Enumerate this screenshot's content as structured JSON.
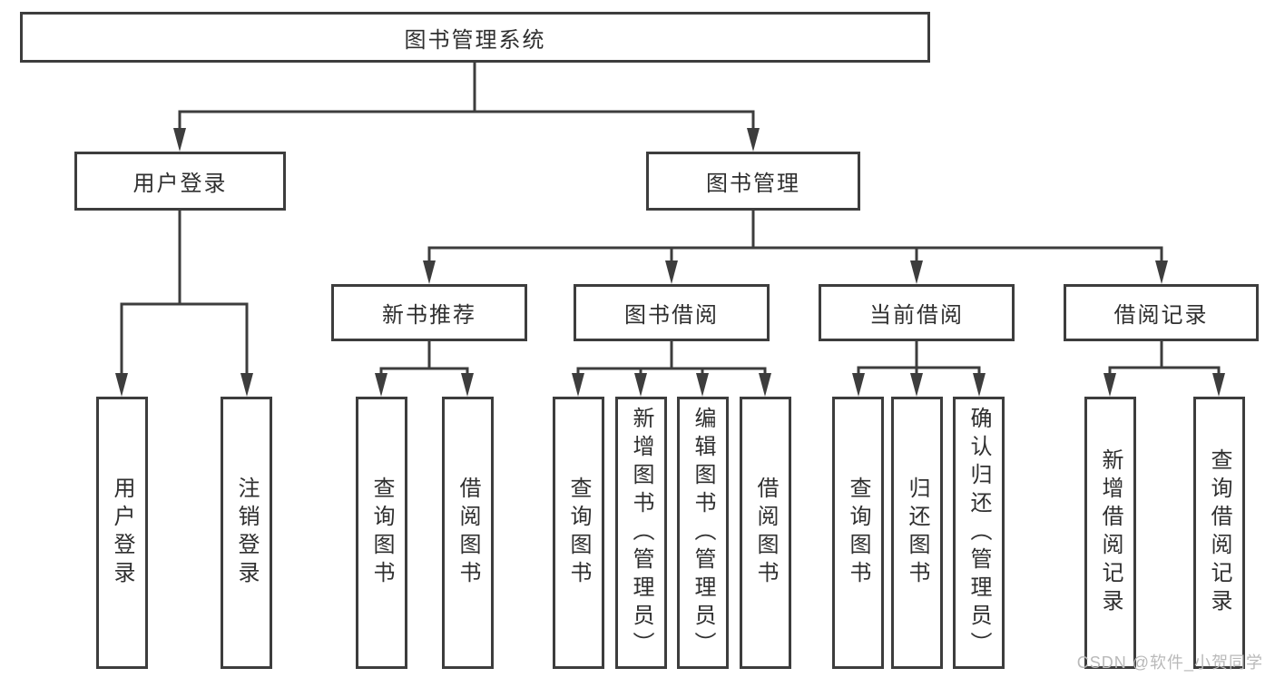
{
  "nodes": {
    "root": "图书管理系统",
    "user_login": "用户登录",
    "book_mgmt": "图书管理",
    "new_book_rec": "新书推荐",
    "book_borrow": "图书借阅",
    "current_borrow": "当前借阅",
    "borrow_records": "借阅记录",
    "leaf_user_login": "用户登录",
    "leaf_logout": "注销登录",
    "nbr_query_books": "查询图书",
    "nbr_borrow_books": "借阅图书",
    "bb_query_books": "查询图书",
    "bb_add_books": "新增图书（管理员）",
    "bb_edit_books": "编辑图书（管理员）",
    "bb_borrow_books": "借阅图书",
    "cb_query_books": "查询图书",
    "cb_return_books": "归还图书",
    "cb_confirm_return": "确认归还（管理员）",
    "br_add_record": "新增借阅记录",
    "br_query_record": "查询借阅记录"
  },
  "watermark": "CSDN @软件_小贺同学",
  "colors": {
    "line": "#3d3d3d",
    "text": "#2f2f2f",
    "watermark": "#b9b9b9",
    "background": "#ffffff"
  }
}
